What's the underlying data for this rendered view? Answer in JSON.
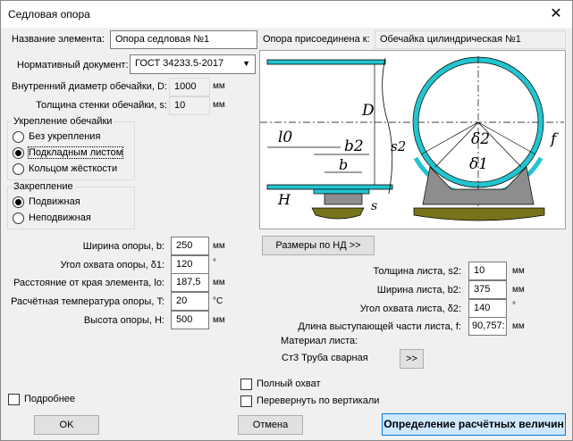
{
  "window": {
    "title": "Седловая опора",
    "close_glyph": "✕"
  },
  "header": {
    "name_label": "Название элемента:",
    "name_value": "Опора седловая №1",
    "attached_label": "Опора присоединена к:",
    "attached_value": "Обечайка цилиндрическая №1"
  },
  "norm": {
    "label": "Нормативный документ:",
    "value": "ГОСТ 34233.5-2017"
  },
  "shell": {
    "diameter_label": "Внутренний диаметр обечайки, D:",
    "diameter_value": "1000",
    "diameter_unit": "мм",
    "thickness_label": "Толщина стенки обечайки, s:",
    "thickness_value": "10",
    "thickness_unit": "мм"
  },
  "reinforcement": {
    "title": "Укрепление обечайки",
    "options": [
      "Без укрепления",
      "Подкладным листом",
      "Кольцом жёсткости"
    ],
    "selected_index": 1
  },
  "fixing": {
    "title": "Закрепление",
    "options": [
      "Подвижная",
      "Неподвижная"
    ],
    "selected_index": 0
  },
  "params": {
    "width_label": "Ширина опоры, b:",
    "width_value": "250",
    "width_unit": "мм",
    "angle_label": "Угол охвата опоры, δ1:",
    "angle_value": "120",
    "angle_unit": "°",
    "dist_label": "Расстояние от края элемента, lo:",
    "dist_value": "187,5",
    "dist_unit": "мм",
    "temp_label": "Расчётная температура опоры, T:",
    "temp_value": "20",
    "temp_unit": "°C",
    "height_label": "Высота опоры, H:",
    "height_value": "500",
    "height_unit": "мм"
  },
  "drawing_labels": {
    "D": "D",
    "l0": "l0",
    "b2": "b2",
    "b": "b",
    "s2": "s2",
    "delta2": "δ2",
    "delta1": "δ1",
    "f": "f",
    "H": "H",
    "s": "s"
  },
  "sheet": {
    "dims_button": "Размеры по НД >>",
    "thickness_label": "Толщина листа, s2:",
    "thickness_value": "10",
    "thickness_unit": "мм",
    "width_label": "Ширина листа, b2:",
    "width_value": "375",
    "width_unit": "мм",
    "angle_label": "Угол охвата листа, δ2:",
    "angle_value": "140",
    "angle_unit": "°",
    "length_label": "Длина выступающей части листа, f:",
    "length_value": "90,757:",
    "length_unit": "мм",
    "material_label": "Материал листа:",
    "material_value": "Ст3 Труба сварная",
    "material_button": ">>"
  },
  "options": {
    "full_wrap": "Полный охват",
    "flip": "Перевернуть по вертикали",
    "details": "Подробнее"
  },
  "footer": {
    "ok": "OK",
    "cancel": "Отмена",
    "compute": "Определение расчётных величин"
  }
}
